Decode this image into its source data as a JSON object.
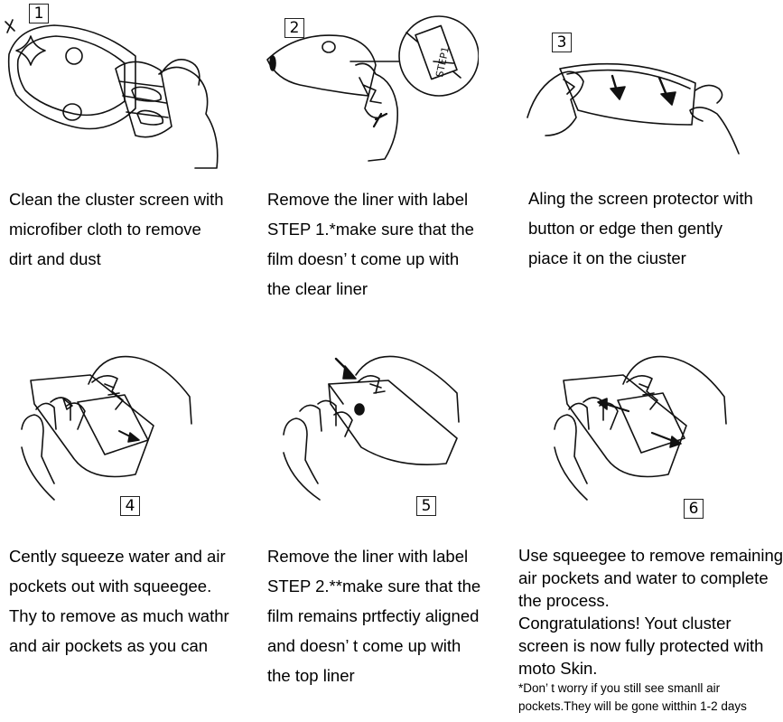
{
  "steps": [
    {
      "number": "1",
      "lines": [
        "Clean the cluster screen with",
        "microfiber cloth to remove",
        "dirt and dust"
      ]
    },
    {
      "number": "2",
      "lines": [
        "Remove the liner with label",
        "STEP 1.*make sure that the",
        "film doesn’ t come up with",
        "the clear liner"
      ],
      "label": "STEP1"
    },
    {
      "number": "3",
      "lines": [
        "Aling the screen protector with",
        "button or edge then gently",
        "piace it on the ciuster"
      ]
    },
    {
      "number": "4",
      "lines": [
        "Cently squeeze water and air",
        "pockets out with squeegee.",
        "Thy to remove as much wathr",
        "and air pockets as you can"
      ]
    },
    {
      "number": "5",
      "lines": [
        "Remove the liner with label",
        "STEP 2.**make sure that the",
        "film remains prtfectiy aligned",
        "and doesn’ t come up with",
        "the top liner"
      ]
    },
    {
      "number": "6",
      "lines": [
        "Use squeegee to remove remaining",
        "air pockets and water to complete",
        "the process.",
        "Congratulations! Yout cluster",
        "screen is now fully protected with",
        "moto Skin."
      ],
      "note_lines": [
        "*Don’ t worry if you still see smanll air",
        "pockets.They will be gone witthin 1-2 days"
      ]
    }
  ]
}
